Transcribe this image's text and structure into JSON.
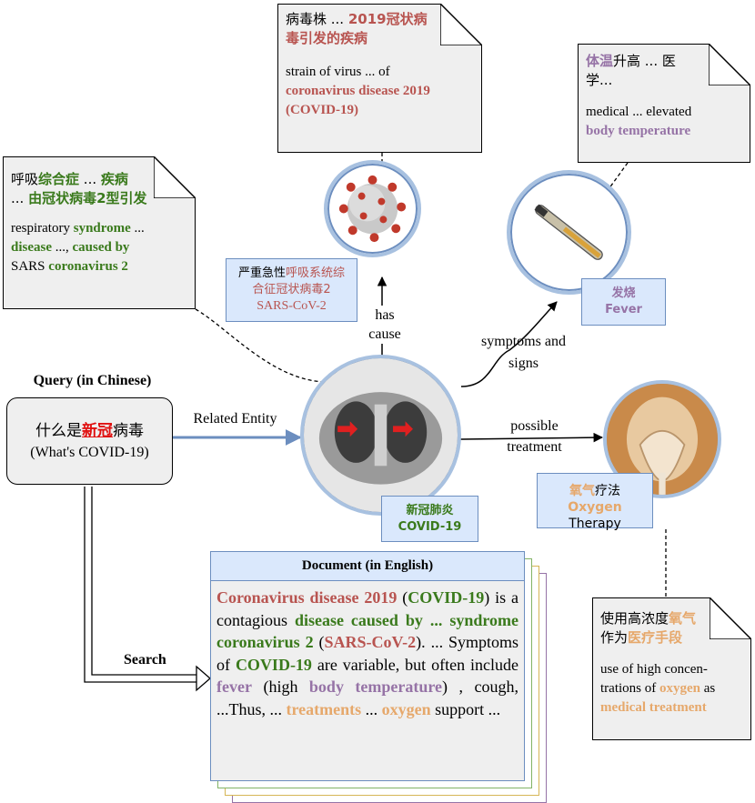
{
  "query": {
    "title": "Query (in Chinese)",
    "zh_prefix": "什么是",
    "zh_highlight": "新冠",
    "zh_suffix": "病毒",
    "en": "(What's COVID-19)"
  },
  "edges": {
    "related_entity": "Related Entity",
    "search": "Search",
    "has_cause_1": "has",
    "has_cause_2": "cause",
    "symptoms_1": "symptoms and",
    "symptoms_2": "signs",
    "treatment_1": "possible",
    "treatment_2": "treatment"
  },
  "entities": {
    "center": {
      "zh": "新冠肺炎",
      "en": "COVID-19"
    },
    "cause": {
      "zh_plain": "严重急性",
      "zh_hl_1": "呼吸系统综",
      "zh_hl_2": "合征冠状病毒2",
      "en": "SARS-CoV-2"
    },
    "symptom": {
      "zh": "发烧",
      "en": "Fever"
    },
    "treatment": {
      "zh_hl": "氧气",
      "zh_plain": "疗法",
      "en_hl": "Oxygen",
      "en_plain": " Therapy"
    }
  },
  "notes": {
    "virus": {
      "zh_1a": "病毒株 ... ",
      "zh_1b": "2019冠状病",
      "zh_2": "毒引发的疾病",
      "en_1": "strain of virus ... of",
      "en_2": "coronavirus disease 2019",
      "en_3": "(COVID-19)"
    },
    "syndrome": {
      "zh_1a": "呼吸",
      "zh_1b": "综合症",
      "zh_1c": " ... ",
      "zh_1d": "疾病",
      "zh_2a": "... ",
      "zh_2b": "由冠状病毒2型引发",
      "en_1a": "respiratory ",
      "en_1b": "syndrome",
      "en_1c": " ...",
      "en_2a": "disease",
      "en_2b": " ...,  ",
      "en_2c": "caused by",
      "en_3a": "SARS ",
      "en_3b": "coronavirus 2"
    },
    "temperature": {
      "zh_1a": "体温",
      "zh_1b": "升高 ... 医",
      "zh_2": "学...",
      "en_1": "medical ... elevated",
      "en_2": "body temperature"
    },
    "oxygen": {
      "zh_1a": "使用高浓度",
      "zh_1b": "氧气",
      "zh_2a": "作为",
      "zh_2b": "医疗手段",
      "en_1": "use of high concen-",
      "en_2a": "trations of ",
      "en_2b": "oxygen",
      "en_2c": " as",
      "en_3": "medical treatment"
    }
  },
  "document": {
    "title": "Document (in English)",
    "p1": "Coronavirus disease 2019",
    "p2": " (",
    "p3": "COVID-19",
    "p4": ") is a contagious ",
    "p5": "disease caused by",
    "p6": " ... ",
    "p7": "syndrome coronavirus 2",
    "p8": " (",
    "p9": "SARS-CoV-2",
    "p10": ").  ... Symptoms of ",
    "p11": "COVID-19",
    "p12": " are variable, but often include ",
    "p13": "fever",
    "p14": " (high ",
    "p15": "body temperature",
    "p16": ") , cough, ...Thus, ... ",
    "p17": "treatments",
    "p18": " ... ",
    "p19": "oxygen",
    "p20": " support ..."
  },
  "colors": {
    "red": "#b85450",
    "green": "#3a7a1c",
    "purple": "#9673a6",
    "orange": "#e6a86b",
    "entity_fill": "#dae8fc",
    "entity_border": "#6c8ebf",
    "note_fill": "#efefef"
  }
}
